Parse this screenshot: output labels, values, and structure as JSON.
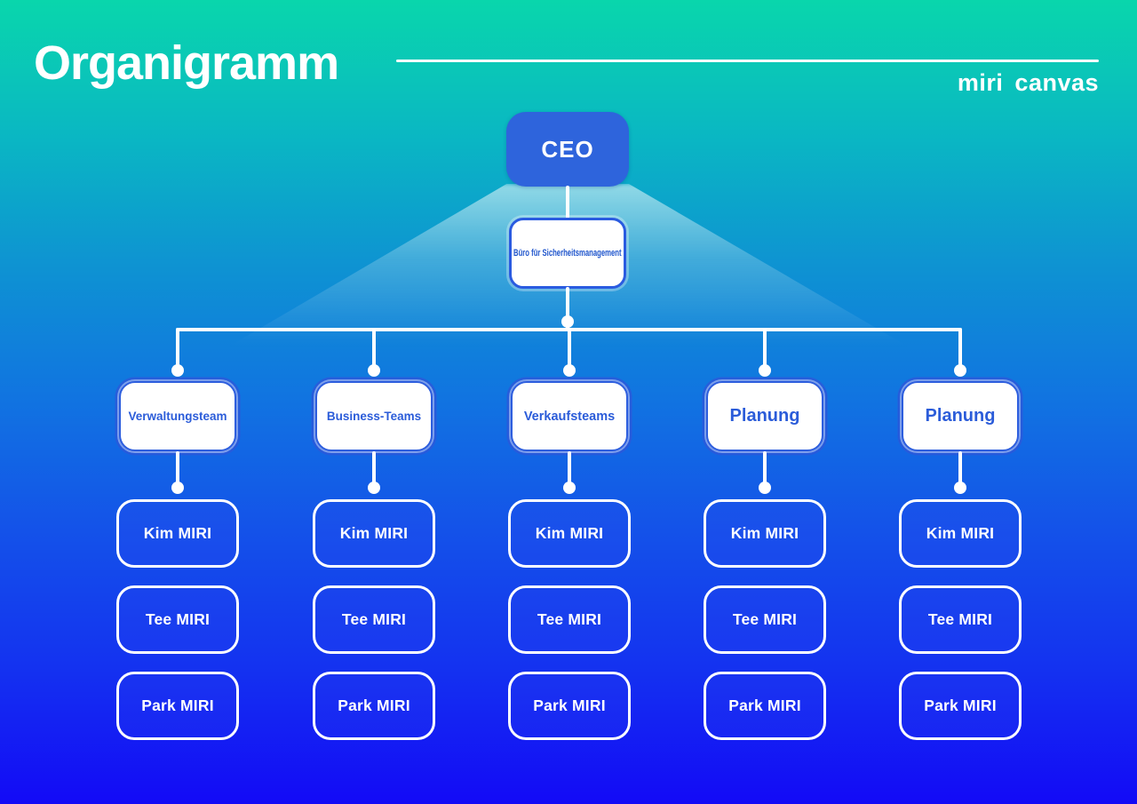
{
  "header": {
    "title": "Organigramm",
    "brand": "miri canvas"
  },
  "org": {
    "root": "CEO",
    "staff": "Büro für Sicherheitsmanagement",
    "departments": [
      {
        "label": "Verwaltungsteam",
        "members": [
          "Kim MIRI",
          "Tee MIRI",
          "Park MIRI"
        ]
      },
      {
        "label": "Business-Teams",
        "members": [
          "Kim MIRI",
          "Tee MIRI",
          "Park MIRI"
        ]
      },
      {
        "label": "Verkaufsteams",
        "members": [
          "Kim MIRI",
          "Tee MIRI",
          "Park MIRI"
        ]
      },
      {
        "label": "Planung",
        "members": [
          "Kim MIRI",
          "Tee MIRI",
          "Park MIRI"
        ]
      },
      {
        "label": "Planung",
        "members": [
          "Kim MIRI",
          "Tee MIRI",
          "Park MIRI"
        ]
      }
    ]
  },
  "colors": {
    "gradient_top": "#09d6ac",
    "gradient_bottom": "#130af6",
    "node_blue": "#2e64dc",
    "text_blue": "#2b5cd9",
    "connector_white": "#ffffff"
  }
}
